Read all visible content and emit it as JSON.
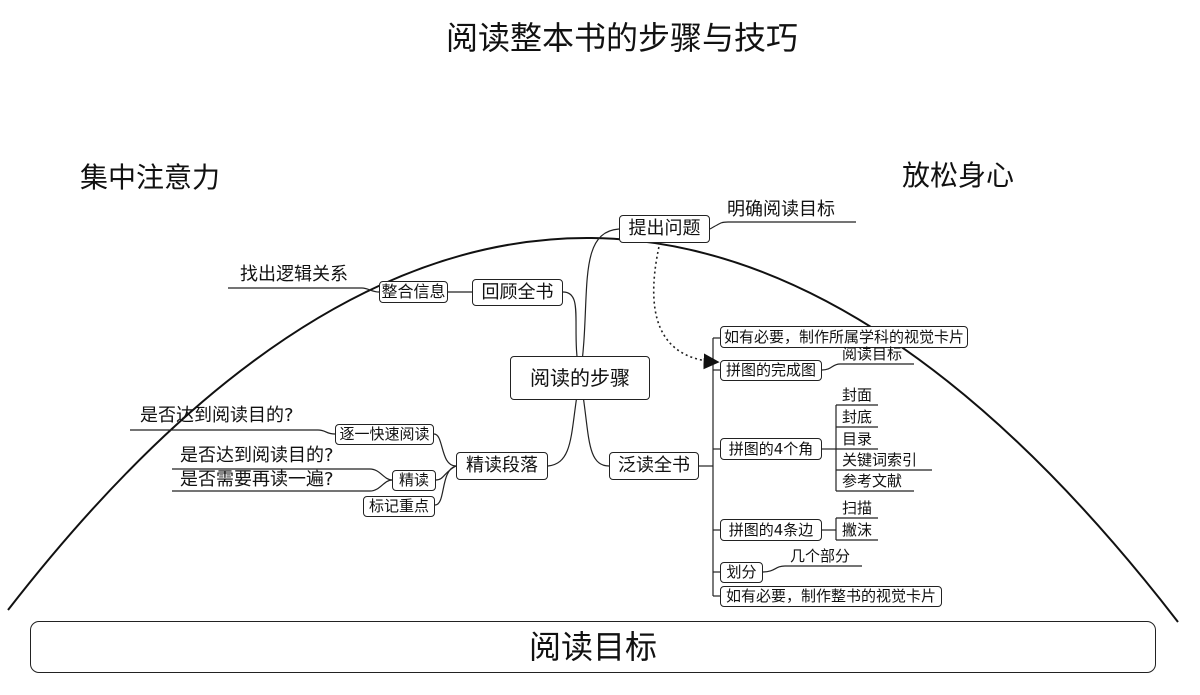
{
  "title": "阅读整本书的步骤与技巧",
  "left_label": "集中注意力",
  "right_label": "放松身心",
  "base_label": "阅读目标",
  "center": "阅读的步骤",
  "branches": {
    "tichu": {
      "label": "提出问题",
      "child": "明确阅读目标"
    },
    "huigu": {
      "label": "回顾全书",
      "child": "整合信息",
      "leaf": "找出逻辑关系"
    },
    "jingdu": {
      "label": "精读段落",
      "children": {
        "zhuyi": {
          "label": "逐一快速阅读",
          "leaf": "是否达到阅读目的?"
        },
        "jingdu2": {
          "label": "精读",
          "leaves": [
            "是否达到阅读目的?",
            "是否需要再读一遍?"
          ]
        },
        "biaoji": {
          "label": "标记重点"
        }
      }
    },
    "fandu": {
      "label": "泛读全书",
      "children": {
        "card1": {
          "label": "如有必要，制作所属学科的视觉卡片"
        },
        "wancheng": {
          "label": "拼图的完成图",
          "leaf": "阅读目标"
        },
        "sijiao": {
          "label": "拼图的4个角",
          "leaves": [
            "封面",
            "封底",
            "目录",
            "关键词索引",
            "参考文献"
          ]
        },
        "sitiao": {
          "label": "拼图的4条边",
          "leaves": [
            "扫描",
            "撇沫"
          ]
        },
        "huafen": {
          "label": "划分",
          "leaf": "几个部分"
        },
        "card2": {
          "label": "如有必要，制作整书的视觉卡片"
        }
      }
    }
  }
}
